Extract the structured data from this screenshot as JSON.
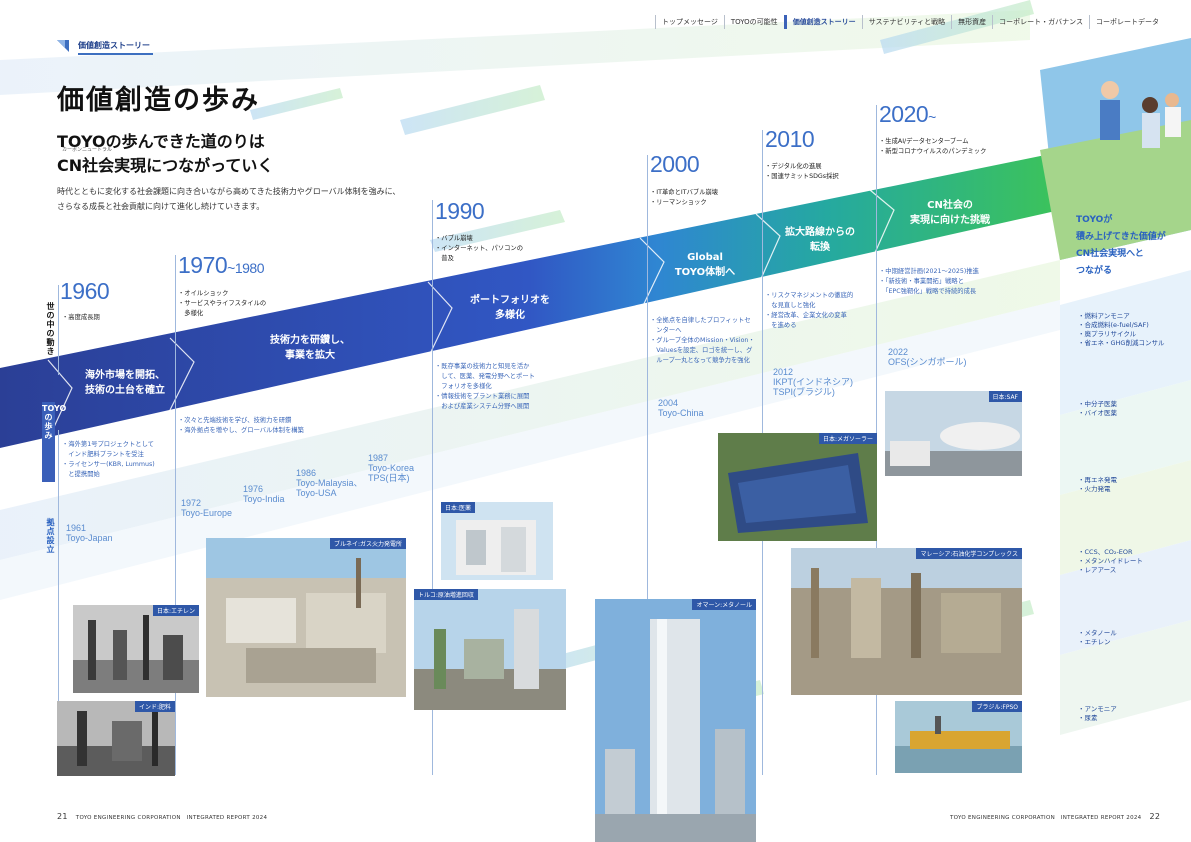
{
  "nav": [
    "トップメッセージ",
    "TOYOの可能性",
    "価値創造ストーリー",
    "サステナビリティと戦略",
    "無形資産",
    "コーポレート・ガバナンス",
    "コーポレートデータ"
  ],
  "nav_active_index": 2,
  "section_label": "価値創造ストーリー",
  "title": "価値創造の歩み",
  "lead_line1": "TOYOの歩んできた道のりは",
  "lead_line2": "CN社会実現につながっていく",
  "lead_ruby": "カーボンニュートラル",
  "intro_line1": "時代とともに変化する社会課題に向き合いながら高めてきた技術力やグローバル体制を強みに、",
  "intro_line2": "さらなる成長と社会貢献に向けて進化し続けていきます。",
  "row_label_world": "世の中の動き",
  "row_label_toyo": "TOYOの歩み",
  "row_label_base": "拠点設立",
  "eras": [
    {
      "year": "1960",
      "suffix": "",
      "world": "・高度成長期",
      "toyo": "・海外第1号プロジェクトとして\n　インド肥料プラントを受注\n・ライセンサー(KBR, Lummus)\n　と提携開始"
    },
    {
      "year": "1970",
      "suffix": "~1980",
      "world": "・オイルショック\n・サービスやライフスタイルの\n　多様化",
      "toyo": "・次々と先端技術を学び、技術力を研鑽\n・海外拠点を増やし、グローバル体制を構築"
    },
    {
      "year": "1990",
      "suffix": "",
      "world": "・バブル崩壊\n・インターネット、パソコンの\n　普及",
      "toyo": "・既存事業の技術力と知見を活か\n　して、医薬、発電分野へとポート\n　フォリオを多様化\n・情報技術をプラント業務に展開\n　および産業システム分野へ展開"
    },
    {
      "year": "2000",
      "suffix": "",
      "world": "・IT革命とITバブル崩壊\n・リーマンショック",
      "toyo": "・全拠点を自律したプロフィットセ\n　ンターへ\n・グループ全体のMission・Vision・\n　Valuesを設定、ロゴを統一し、グ\n　ループ一丸となって競争力を強化"
    },
    {
      "year": "2010",
      "suffix": "",
      "world": "・デジタル化の進展\n・国連サミットSDGs採択",
      "toyo": "・リスクマネジメントの徹底的\n　な見直しと強化\n・経営改革、企業文化の変革\n　を進める"
    },
    {
      "year": "2020",
      "suffix": "~",
      "world": "・生成AI/データセンターブーム\n・新型コロナウイルスのパンデミック",
      "toyo": "・中期経営計画(2021～2025)推進\n・「新技術・事業開拓」戦略と\n　「EPC強靭化」戦略で持続的成長"
    }
  ],
  "arrows": [
    "海外市場を開拓、\n技術の土台を確立",
    "技術力を研鑽し、\n事業を拡大",
    "ポートフォリオを\n多様化",
    "Global\nTOYO体制へ",
    "拡大路線からの\n転換",
    "CN社会の\n実現に向けた挑戦"
  ],
  "bases": [
    {
      "year": "1961",
      "name": "Toyo-Japan"
    },
    {
      "year": "1972",
      "name": "Toyo-Europe"
    },
    {
      "year": "1976",
      "name": "Toyo-India"
    },
    {
      "year": "1986",
      "name": "Toyo-Malaysia、\nToyo-USA"
    },
    {
      "year": "1987",
      "name": "Toyo-Korea\nTPS(日本)"
    },
    {
      "year": "2004",
      "name": "Toyo-China"
    },
    {
      "year": "2012",
      "name": "IKPT(インドネシア)\nTSPI(ブラジル)"
    },
    {
      "year": "2022",
      "name": "OFS(シンガポール)"
    }
  ],
  "photos": [
    {
      "caption": "日本:エチレン"
    },
    {
      "caption": "インド:肥料"
    },
    {
      "caption": "ブルネイ:ガス火力発電所"
    },
    {
      "caption": "日本:医薬"
    },
    {
      "caption": "トルコ:原油増進回収"
    },
    {
      "caption": "オマーン:メタノール"
    },
    {
      "caption": "日本:メガソーラー"
    },
    {
      "caption": "日本:SAF"
    },
    {
      "caption": "マレーシア:石油化学コンプレックス"
    },
    {
      "caption": "ブラジル:FPSO"
    }
  ],
  "right_title": "TOYOが\n積み上げてきた価値が\nCN社会実現へと\nつながる",
  "values": [
    [
      "・燃料アンモニア",
      "・合成燃料(e-fuel/SAF)",
      "・廃プラリサイクル",
      "・省エネ・GHG削減コンサル"
    ],
    [
      "・中分子医薬",
      "・バイオ医薬"
    ],
    [
      "・再エネ発電",
      "・火力発電"
    ],
    [
      "・CCS、CO₂-EOR",
      "・メタンハイドレート",
      "・レアアース"
    ],
    [
      "・メタノール",
      "・エチレン"
    ],
    [
      "・アンモニア",
      "・尿素"
    ]
  ],
  "footer_left_page": "21",
  "footer_left_text": "TOYO ENGINEERING CORPORATION　INTEGRATED REPORT 2024",
  "footer_right_text": "TOYO ENGINEERING CORPORATION　INTEGRATED REPORT 2024",
  "footer_right_page": "22",
  "colors": {
    "arrow_start": "#2b3f96",
    "arrow_mid": "#3b6fd0",
    "arrow_end": "#2fb15a",
    "accent": "#3c6fc7"
  }
}
